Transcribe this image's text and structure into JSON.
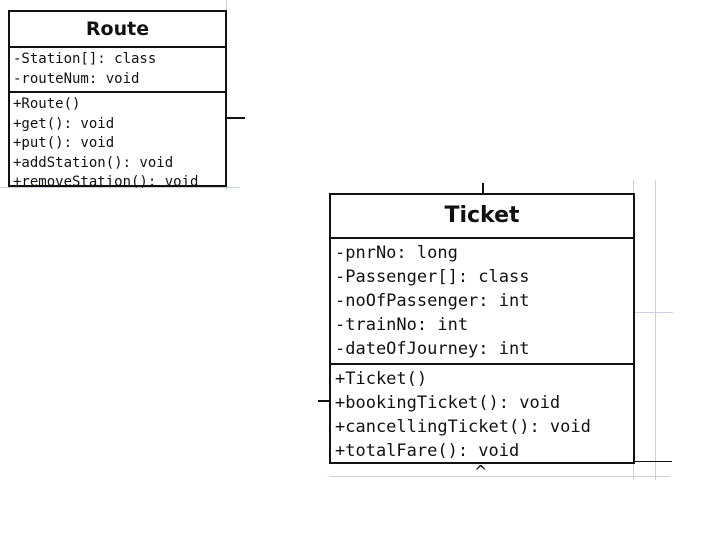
{
  "diagram": {
    "classes": [
      {
        "id": "route",
        "name": "Route",
        "attributes": [
          "-Station[]: class",
          "-routeNum: void"
        ],
        "operations": [
          "+Route()",
          "+get(): void",
          "+put(): void",
          "+addStation(): void",
          "+removeStation(): void"
        ]
      },
      {
        "id": "ticket",
        "name": "Ticket",
        "attributes": [
          "-pnrNo: long",
          "-Passenger[]: class",
          "-noOfPassenger: int",
          "-trainNo: int",
          "-dateOfJourney: int"
        ],
        "operations": [
          "+Ticket()",
          "+bookingTicket(): void",
          "+cancellingTicket(): void",
          "+totalFare(): void"
        ]
      }
    ],
    "colors": {
      "border": "#111111",
      "grid": "#c9d3e0",
      "background": "#ffffff"
    }
  }
}
